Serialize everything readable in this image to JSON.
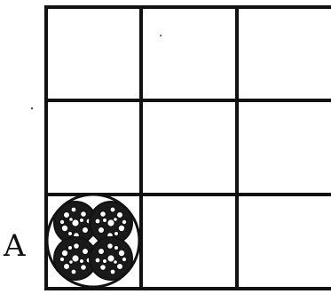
{
  "diagram": {
    "grid": {
      "rows": 3,
      "cols": 3
    },
    "highlighted_cell": {
      "row": 3,
      "col": 1
    },
    "cell_label": "A",
    "cluster": {
      "sub_circles": 4
    }
  }
}
